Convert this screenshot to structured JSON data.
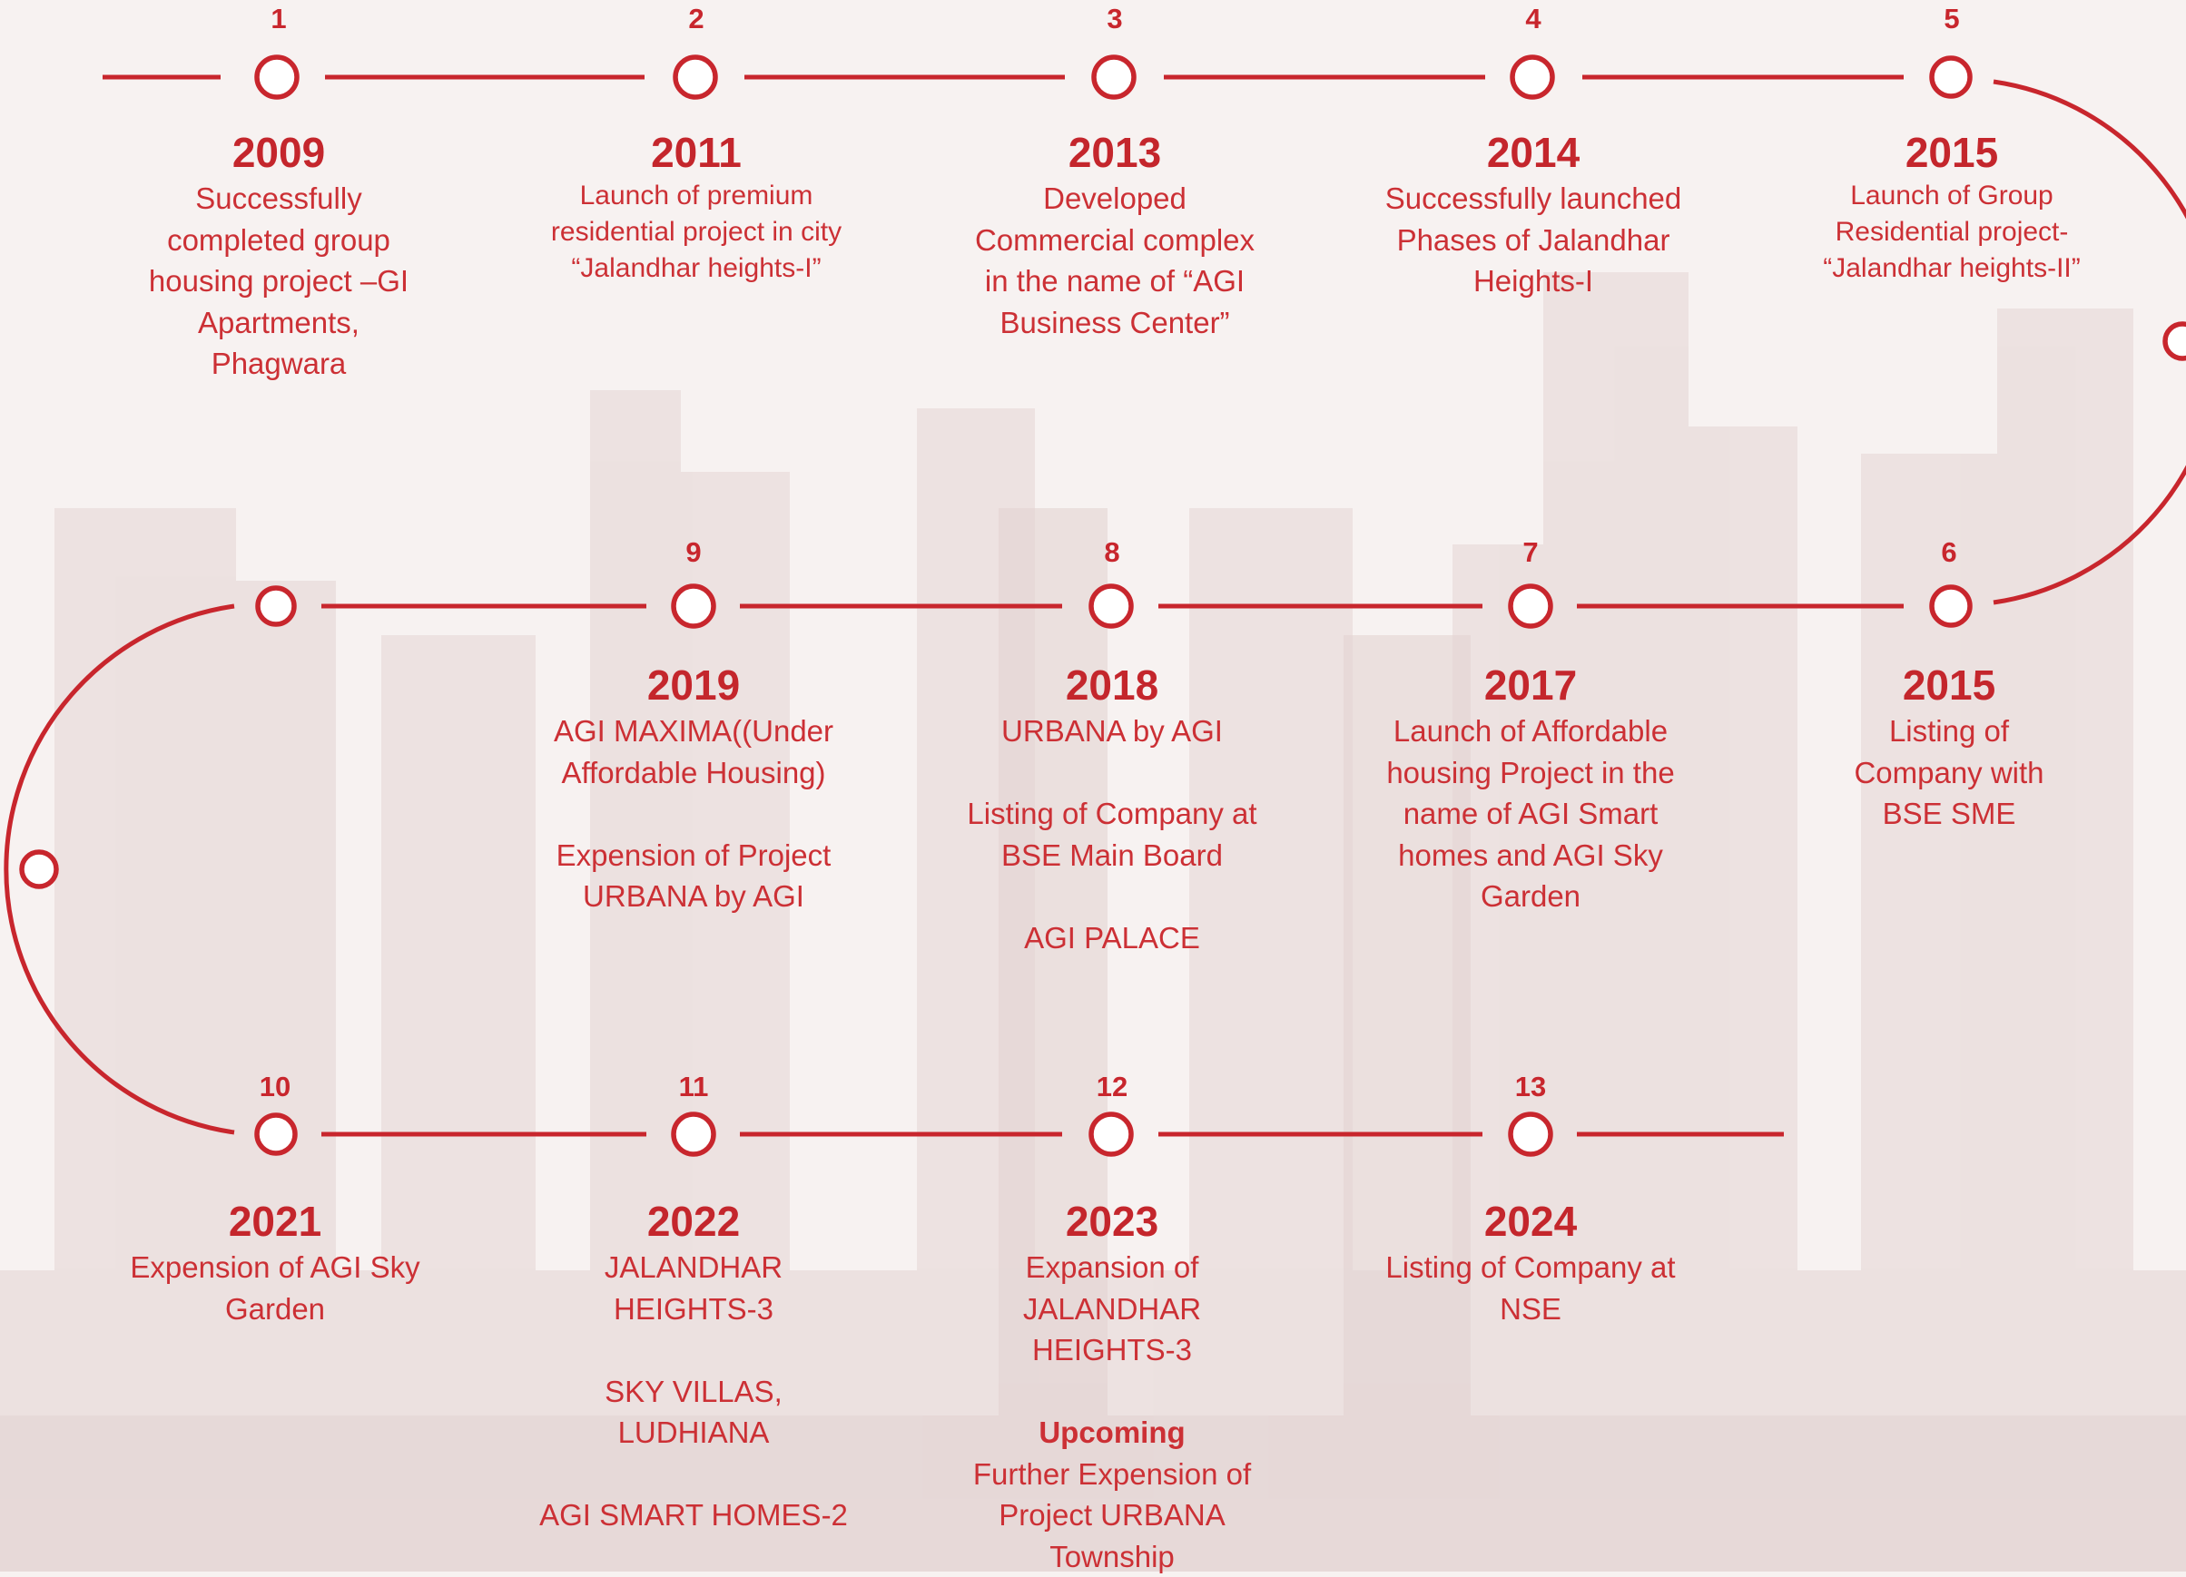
{
  "colors": {
    "accent": "#c8262d",
    "background": "#f7f2f1"
  },
  "milestones": [
    {
      "step": "1",
      "year": "2009",
      "lines": [
        {
          "text": "Successfully"
        },
        {
          "text": "completed group"
        },
        {
          "text": "housing project –GI"
        },
        {
          "text": "Apartments,"
        },
        {
          "text": "Phagwara"
        }
      ]
    },
    {
      "step": "2",
      "year": "2011",
      "lines": [
        {
          "text": "Launch of premium"
        },
        {
          "text": "residential project in city"
        },
        {
          "text": "“Jalandhar heights-I”"
        }
      ]
    },
    {
      "step": "3",
      "year": "2013",
      "lines": [
        {
          "text": "Developed"
        },
        {
          "text": "Commercial complex"
        },
        {
          "text": "in the name of “AGI"
        },
        {
          "text": "Business Center”"
        }
      ]
    },
    {
      "step": "4",
      "year": "2014",
      "lines": [
        {
          "text": "Successfully launched"
        },
        {
          "text": "Phases of Jalandhar"
        },
        {
          "text": "Heights-I"
        }
      ]
    },
    {
      "step": "5",
      "year": "2015",
      "lines": [
        {
          "text": "Launch of Group"
        },
        {
          "text": "Residential project-"
        },
        {
          "text": "“Jalandhar heights-II”"
        }
      ]
    },
    {
      "step": "6",
      "year": "2015",
      "lines": [
        {
          "text": "Listing of"
        },
        {
          "text": "Company with"
        },
        {
          "text": "BSE SME"
        }
      ]
    },
    {
      "step": "7",
      "year": "2017",
      "lines": [
        {
          "text": "Launch of Affordable"
        },
        {
          "text": "housing Project in the"
        },
        {
          "text": "name of AGI Smart"
        },
        {
          "text": "homes and AGI Sky"
        },
        {
          "text": "Garden"
        }
      ]
    },
    {
      "step": "8",
      "year": "2018",
      "lines": [
        {
          "text": "URBANA by AGI"
        },
        {
          "text": ""
        },
        {
          "text": "Listing of Company at"
        },
        {
          "text": "BSE Main Board"
        },
        {
          "text": ""
        },
        {
          "text": "AGI PALACE"
        }
      ]
    },
    {
      "step": "9",
      "year": "2019",
      "lines": [
        {
          "text": "AGI MAXIMA((Under"
        },
        {
          "text": "Affordable Housing)"
        },
        {
          "text": ""
        },
        {
          "text": "Expension of Project"
        },
        {
          "text": "URBANA by AGI"
        }
      ]
    },
    {
      "step": "10",
      "year": "2021",
      "lines": [
        {
          "text": "Expension of AGI Sky"
        },
        {
          "text": "Garden"
        }
      ]
    },
    {
      "step": "11",
      "year": "2022",
      "lines": [
        {
          "text": "JALANDHAR"
        },
        {
          "text": "HEIGHTS-3"
        },
        {
          "text": ""
        },
        {
          "text": "SKY VILLAS,"
        },
        {
          "text": "LUDHIANA"
        },
        {
          "text": ""
        },
        {
          "text": "AGI SMART HOMES-2"
        }
      ]
    },
    {
      "step": "12",
      "year": "2023",
      "lines": [
        {
          "text": "Expansion of"
        },
        {
          "text": "JALANDHAR"
        },
        {
          "text": "HEIGHTS-3"
        },
        {
          "text": ""
        },
        {
          "text": "Upcoming",
          "strong": true
        },
        {
          "text": "Further  Expension of"
        },
        {
          "text": "Project URBANA"
        },
        {
          "text": "Township"
        }
      ]
    },
    {
      "step": "13",
      "year": "2024",
      "lines": [
        {
          "text": "Listing of Company at"
        },
        {
          "text": "NSE"
        }
      ]
    }
  ]
}
